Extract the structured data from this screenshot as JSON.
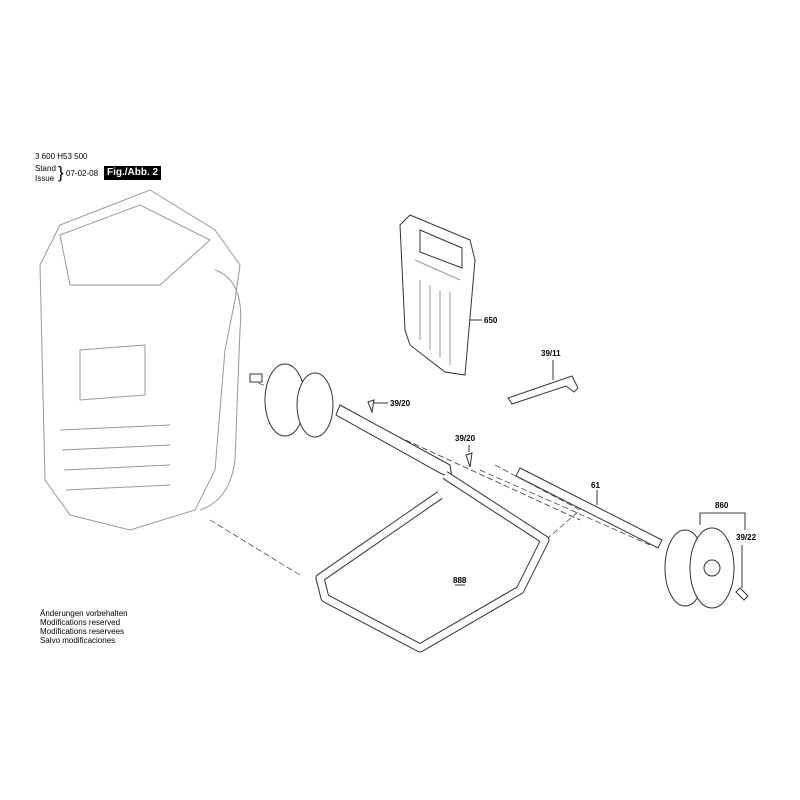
{
  "header": {
    "doc_number": "3 600 H53 500",
    "stand_label": "Stand",
    "issue_label": "Issue",
    "date": "07-02-08",
    "figure_label": "Fig./Abb. 2"
  },
  "footer_notes": [
    "Änderungen vorbehalten",
    "Modifications reserved",
    "Modifications reservees",
    "Salvo modificaciones"
  ],
  "part_labels": {
    "p650": "650",
    "p39_11": "39/11",
    "p39_20a": "39/20",
    "p39_20b": "39/20",
    "p61": "61",
    "p860": "860",
    "p39_22": "39/22",
    "p888": "888"
  }
}
